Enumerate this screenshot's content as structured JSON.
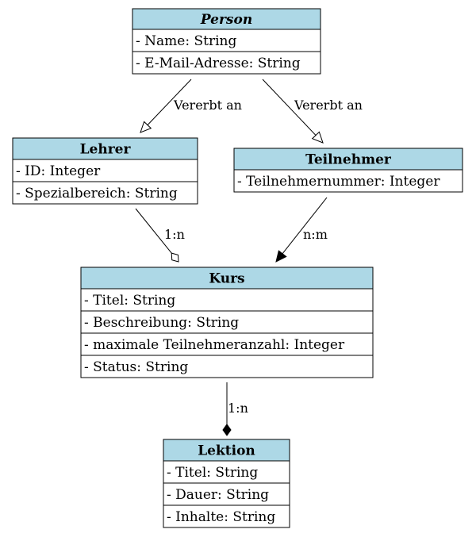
{
  "classes": [
    {
      "key": "person",
      "title": "Person",
      "abstract": true,
      "attributes": [
        "- Name: String",
        "- E-Mail-Adresse: String"
      ]
    },
    {
      "key": "lehrer",
      "title": "Lehrer",
      "abstract": false,
      "attributes": [
        "- ID: Integer",
        "- Spezialbereich: String"
      ]
    },
    {
      "key": "teilnehmer",
      "title": "Teilnehmer",
      "abstract": false,
      "attributes": [
        "- Teilnehmernummer: Integer"
      ]
    },
    {
      "key": "kurs",
      "title": "Kurs",
      "abstract": false,
      "attributes": [
        "- Titel: String",
        "- Beschreibung: String",
        "- maximale Teilnehmeranzahl: Integer",
        "- Status: String"
      ]
    },
    {
      "key": "lektion",
      "title": "Lektion",
      "abstract": false,
      "attributes": [
        "- Titel: String",
        "- Dauer: String",
        "- Inhalte: String"
      ]
    }
  ],
  "relations": [
    {
      "from": "person",
      "to": "lehrer",
      "kind": "inheritance",
      "label": "Vererbt an"
    },
    {
      "from": "person",
      "to": "teilnehmer",
      "kind": "inheritance",
      "label": "Vererbt an"
    },
    {
      "from": "lehrer",
      "to": "kurs",
      "kind": "aggregation",
      "label": "1:n"
    },
    {
      "from": "teilnehmer",
      "to": "kurs",
      "kind": "association",
      "label": "n:m"
    },
    {
      "from": "kurs",
      "to": "lektion",
      "kind": "composition",
      "label": "1:n"
    }
  ],
  "colors": {
    "header_fill": "#add8e6",
    "body_fill": "#ffffff",
    "stroke": "#000000"
  }
}
